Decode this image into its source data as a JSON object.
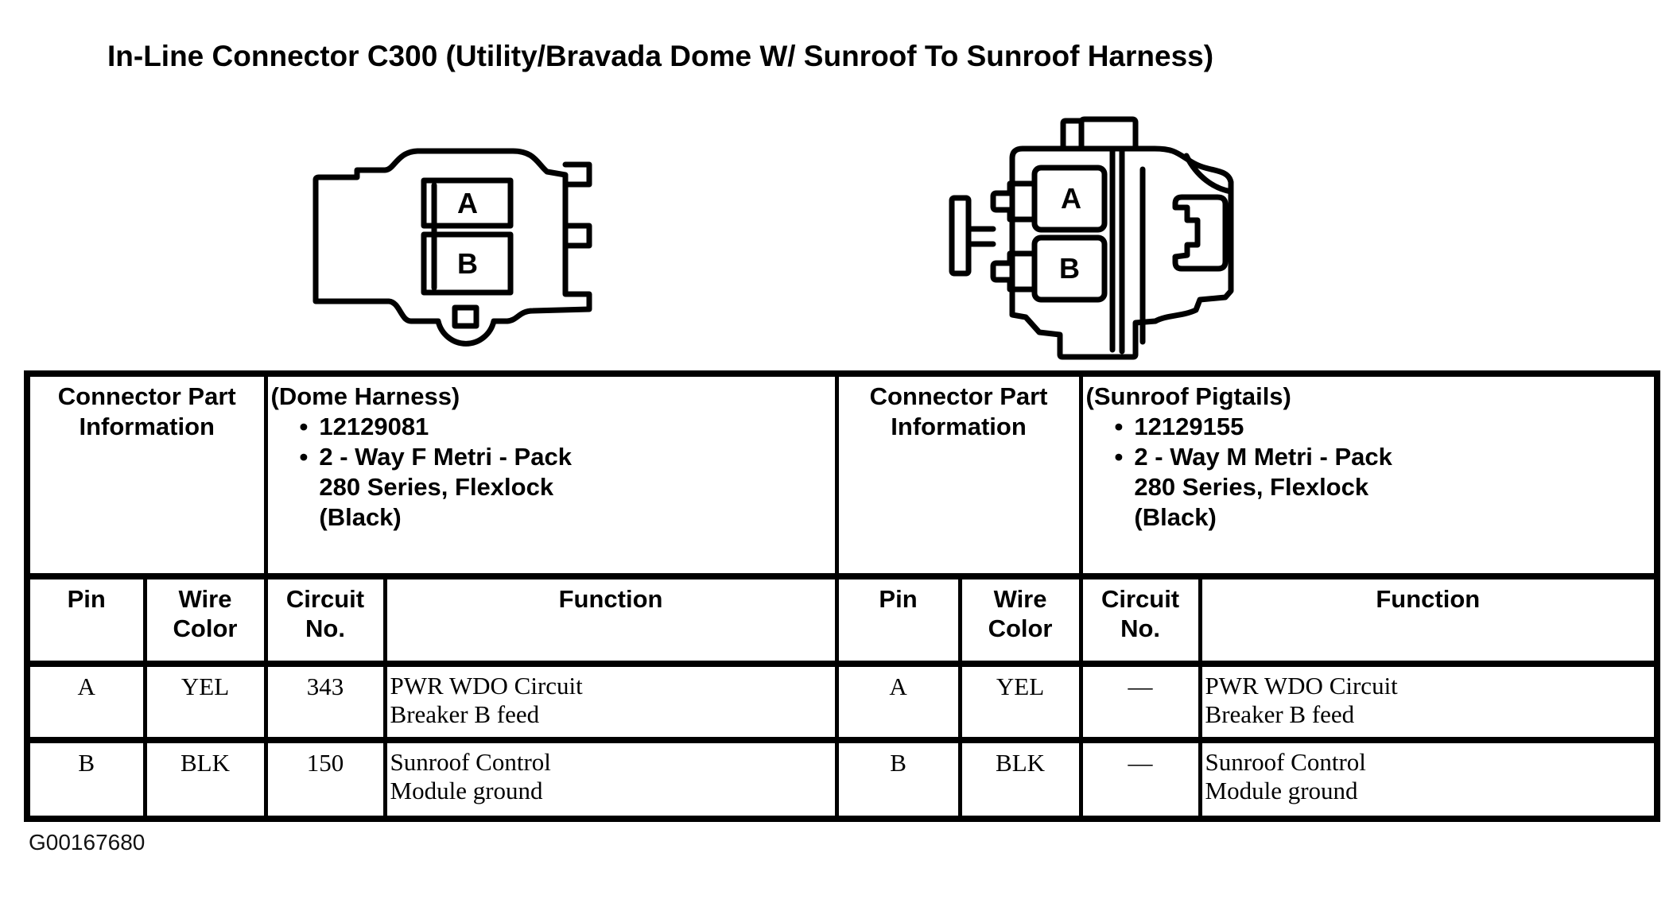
{
  "page": {
    "title": "In-Line Connector C300 (Utility/Bravada Dome W/ Sunroof To Sunroof Harness)",
    "figure_code": "G00167680"
  },
  "diagram": {
    "left_connector": {
      "pin_a": "A",
      "pin_b": "B"
    },
    "right_connector": {
      "pin_a": "A",
      "pin_b": "B"
    }
  },
  "table": {
    "halves": [
      {
        "part_info": {
          "lines": [
            "Connector Part",
            "Information"
          ]
        },
        "harness": {
          "title": "(Dome Harness)",
          "bullets": [
            {
              "lines": [
                "12129081"
              ]
            },
            {
              "lines": [
                "2 - Way F Metri - Pack",
                "280 Series, Flexlock",
                "(Black)"
              ]
            }
          ]
        },
        "columns": [
          "Pin",
          "Wire Color",
          "Circuit No.",
          "Function"
        ],
        "rows": [
          {
            "pin": "A",
            "wire_color": "YEL",
            "circuit_no": "343",
            "function_lines": [
              "PWR WDO Circuit",
              "Breaker B feed"
            ]
          },
          {
            "pin": "B",
            "wire_color": "BLK",
            "circuit_no": "150",
            "function_lines": [
              "Sunroof Control",
              "Module ground"
            ]
          }
        ]
      },
      {
        "part_info": {
          "lines": [
            "Connector Part",
            "Information"
          ]
        },
        "harness": {
          "title": "(Sunroof Pigtails)",
          "bullets": [
            {
              "lines": [
                "12129155"
              ]
            },
            {
              "lines": [
                "2 - Way M Metri - Pack",
                "280 Series, Flexlock",
                "(Black)"
              ]
            }
          ]
        },
        "columns": [
          "Pin",
          "Wire Color",
          "Circuit No.",
          "Function"
        ],
        "rows": [
          {
            "pin": "A",
            "wire_color": "YEL",
            "circuit_no": "—",
            "function_lines": [
              "PWR WDO Circuit",
              "Breaker B feed"
            ]
          },
          {
            "pin": "B",
            "wire_color": "BLK",
            "circuit_no": "—",
            "function_lines": [
              "Sunroof Control",
              "Module ground"
            ]
          }
        ]
      }
    ]
  },
  "colors": {
    "ink": "#000000",
    "paper": "#ffffff"
  }
}
